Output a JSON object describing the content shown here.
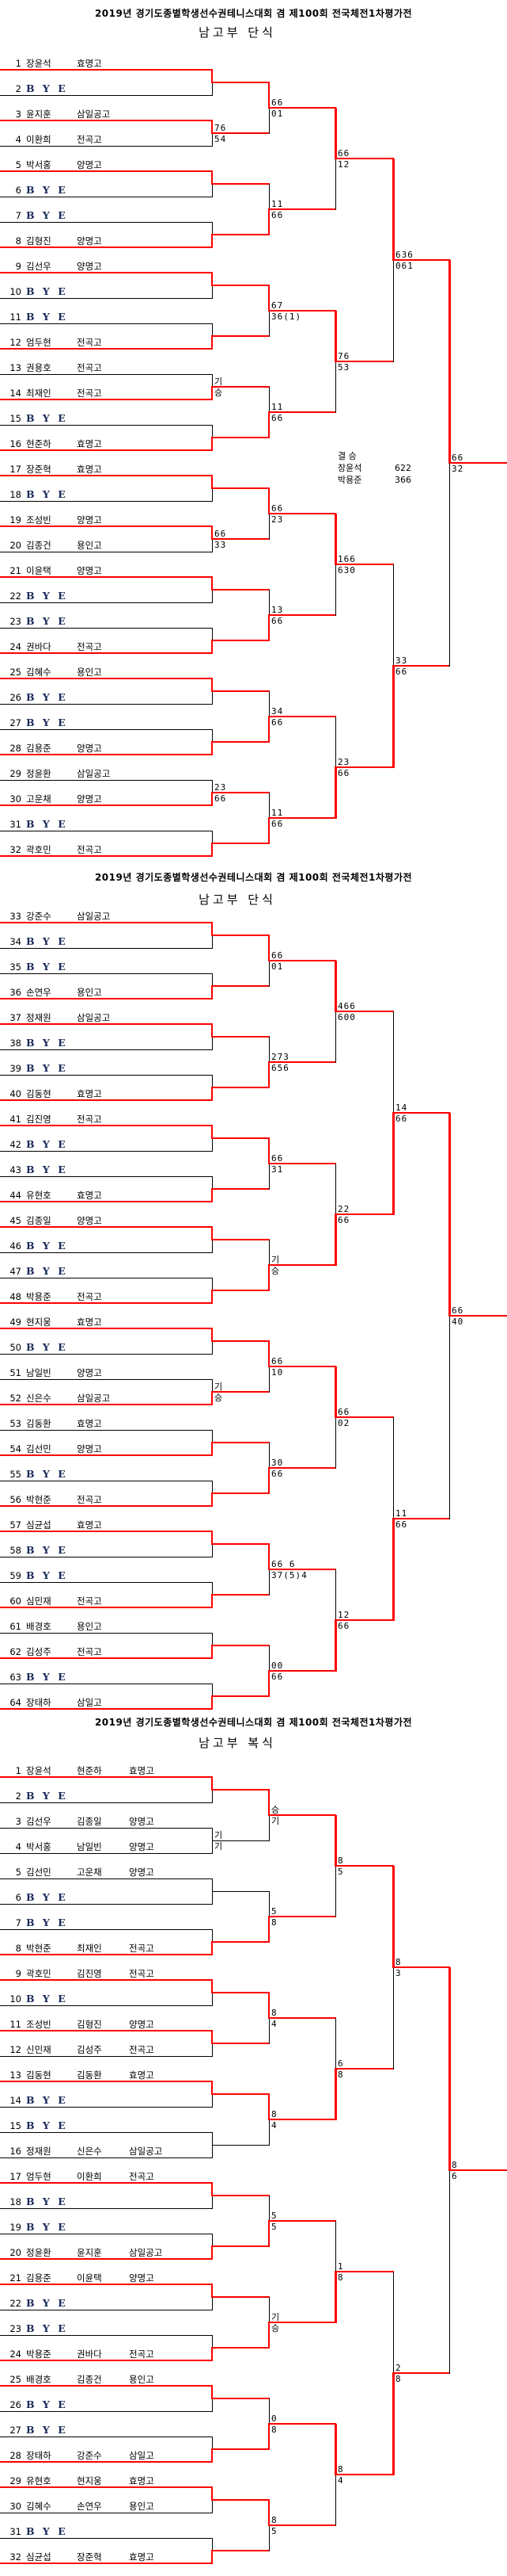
{
  "colors": {
    "winner_path": "#ff0000",
    "line": "#000000",
    "bye_text": "#1a2a5a"
  },
  "sections": [
    {
      "title": "2019년  경기도종별학생선수권테니스대회  겸  제100회  전국체전1차평가전",
      "subtitle": "남고부  단식",
      "doubles": false,
      "entries": [
        {
          "no": "1",
          "name": "장윤석",
          "school": "효명고"
        },
        {
          "no": "2",
          "name": "B Y E",
          "bye": true
        },
        {
          "no": "3",
          "name": "윤지훈",
          "school": "삼일공고"
        },
        {
          "no": "4",
          "name": "이환희",
          "school": "전곡고"
        },
        {
          "no": "5",
          "name": "박서홍",
          "school": "양명고"
        },
        {
          "no": "6",
          "name": "B Y E",
          "bye": true
        },
        {
          "no": "7",
          "name": "B Y E",
          "bye": true
        },
        {
          "no": "8",
          "name": "김형진",
          "school": "양명고"
        },
        {
          "no": "9",
          "name": "김선우",
          "school": "양명고"
        },
        {
          "no": "10",
          "name": "B Y E",
          "bye": true
        },
        {
          "no": "11",
          "name": "B Y E",
          "bye": true
        },
        {
          "no": "12",
          "name": "엄두현",
          "school": "전곡고"
        },
        {
          "no": "13",
          "name": "권용호",
          "school": "전곡고"
        },
        {
          "no": "14",
          "name": "최재인",
          "school": "전곡고"
        },
        {
          "no": "15",
          "name": "B Y E",
          "bye": true
        },
        {
          "no": "16",
          "name": "현준하",
          "school": "효명고"
        },
        {
          "no": "17",
          "name": "장준혁",
          "school": "효명고"
        },
        {
          "no": "18",
          "name": "B Y E",
          "bye": true
        },
        {
          "no": "19",
          "name": "조성빈",
          "school": "양명고"
        },
        {
          "no": "20",
          "name": "김종건",
          "school": "용인고"
        },
        {
          "no": "21",
          "name": "이윤택",
          "school": "양명고"
        },
        {
          "no": "22",
          "name": "B Y E",
          "bye": true
        },
        {
          "no": "23",
          "name": "B Y E",
          "bye": true
        },
        {
          "no": "24",
          "name": "권바다",
          "school": "전곡고"
        },
        {
          "no": "25",
          "name": "김혜수",
          "school": "용인고"
        },
        {
          "no": "26",
          "name": "B Y E",
          "bye": true
        },
        {
          "no": "27",
          "name": "B Y E",
          "bye": true
        },
        {
          "no": "28",
          "name": "김용준",
          "school": "양명고"
        },
        {
          "no": "29",
          "name": "정윤환",
          "school": "삼일공고"
        },
        {
          "no": "30",
          "name": "고운채",
          "school": "양명고"
        },
        {
          "no": "31",
          "name": "B Y E",
          "bye": true
        },
        {
          "no": "32",
          "name": "곽호민",
          "school": "전곡고"
        }
      ],
      "rounds": [
        [
          {
            "w": "t"
          },
          {
            "w": "t",
            "s": [
              "76",
              "54"
            ]
          },
          {
            "w": "t"
          },
          {
            "w": "b"
          },
          {
            "w": "t"
          },
          {
            "w": "b"
          },
          {
            "w": "b",
            "s": [
              "기",
              "승"
            ]
          },
          {
            "w": "b"
          },
          {
            "w": "t"
          },
          {
            "w": "t",
            "s": [
              "66",
              "33"
            ]
          },
          {
            "w": "t"
          },
          {
            "w": "b"
          },
          {
            "w": "t"
          },
          {
            "w": "b"
          },
          {
            "w": "b",
            "s": [
              "23",
              "66"
            ]
          },
          {
            "w": "b"
          }
        ],
        [
          {
            "w": "t",
            "s": [
              "66",
              "01"
            ]
          },
          {
            "w": "b",
            "s": [
              "11",
              "66"
            ]
          },
          {
            "w": "t",
            "s": [
              "67",
              "36(1)"
            ]
          },
          {
            "w": "b",
            "s": [
              "11",
              "66"
            ]
          },
          {
            "w": "t",
            "s": [
              "66",
              "23"
            ]
          },
          {
            "w": "b",
            "s": [
              "13",
              "66"
            ]
          },
          {
            "w": "b",
            "s": [
              "34",
              "66"
            ]
          },
          {
            "w": "b",
            "s": [
              "11",
              "66"
            ]
          }
        ],
        [
          {
            "w": "t",
            "s": [
              "66",
              "12"
            ]
          },
          {
            "w": "t",
            "s": [
              "76",
              "53"
            ]
          },
          {
            "w": "t",
            "s": [
              "166",
              "630"
            ]
          },
          {
            "w": "b",
            "s": [
              "23",
              "66"
            ]
          }
        ],
        [
          {
            "w": "t",
            "s": [
              "636",
              "061"
            ]
          },
          {
            "w": "b",
            "s": [
              "33",
              "66"
            ]
          }
        ],
        [
          {
            "w": "t",
            "s": [
              "66",
              "32"
            ]
          }
        ]
      ],
      "final_note": {
        "label": "결 승",
        "winner": "장윤석",
        "winner_score": "622",
        "runner_up": "박용준",
        "runner_up_score": "366"
      }
    },
    {
      "title": "2019년  경기도종별학생선수권테니스대회  겸  제100회  전국체전1차평가전",
      "subtitle": "남고부  단식",
      "doubles": false,
      "entries": [
        {
          "no": "33",
          "name": "강준수",
          "school": "삼일공고"
        },
        {
          "no": "34",
          "name": "B Y E",
          "bye": true
        },
        {
          "no": "35",
          "name": "B Y E",
          "bye": true
        },
        {
          "no": "36",
          "name": "손연우",
          "school": "용인고"
        },
        {
          "no": "37",
          "name": "정재원",
          "school": "삼일공고"
        },
        {
          "no": "38",
          "name": "B Y E",
          "bye": true
        },
        {
          "no": "39",
          "name": "B Y E",
          "bye": true
        },
        {
          "no": "40",
          "name": "김동현",
          "school": "효명고"
        },
        {
          "no": "41",
          "name": "김진영",
          "school": "전곡고"
        },
        {
          "no": "42",
          "name": "B Y E",
          "bye": true
        },
        {
          "no": "43",
          "name": "B Y E",
          "bye": true
        },
        {
          "no": "44",
          "name": "유현호",
          "school": "효명고"
        },
        {
          "no": "45",
          "name": "김종일",
          "school": "양명고"
        },
        {
          "no": "46",
          "name": "B Y E",
          "bye": true
        },
        {
          "no": "47",
          "name": "B Y E",
          "bye": true
        },
        {
          "no": "48",
          "name": "박용준",
          "school": "전곡고"
        },
        {
          "no": "49",
          "name": "현지웅",
          "school": "효명고"
        },
        {
          "no": "50",
          "name": "B Y E",
          "bye": true
        },
        {
          "no": "51",
          "name": "남일빈",
          "school": "양명고"
        },
        {
          "no": "52",
          "name": "신은수",
          "school": "삼일공고"
        },
        {
          "no": "53",
          "name": "김동환",
          "school": "효명고"
        },
        {
          "no": "54",
          "name": "김선민",
          "school": "양명고"
        },
        {
          "no": "55",
          "name": "B Y E",
          "bye": true
        },
        {
          "no": "56",
          "name": "박현준",
          "school": "전곡고"
        },
        {
          "no": "57",
          "name": "심균섭",
          "school": "효명고"
        },
        {
          "no": "58",
          "name": "B Y E",
          "bye": true
        },
        {
          "no": "59",
          "name": "B Y E",
          "bye": true
        },
        {
          "no": "60",
          "name": "심민재",
          "school": "전곡고"
        },
        {
          "no": "61",
          "name": "배경호",
          "school": "용인고"
        },
        {
          "no": "62",
          "name": "김성주",
          "school": "전곡고"
        },
        {
          "no": "63",
          "name": "B Y E",
          "bye": true
        },
        {
          "no": "64",
          "name": "장태하",
          "school": "삼일고"
        }
      ],
      "rounds": [
        [
          {
            "w": "t"
          },
          {
            "w": "b"
          },
          {
            "w": "t"
          },
          {
            "w": "b"
          },
          {
            "w": "t"
          },
          {
            "w": "b"
          },
          {
            "w": "t"
          },
          {
            "w": "b"
          },
          {
            "w": "t"
          },
          {
            "w": "b",
            "s": [
              "기",
              "승"
            ]
          },
          {
            "w": "b"
          },
          {
            "w": "b"
          },
          {
            "w": "t"
          },
          {
            "w": "b"
          },
          {
            "w": "b"
          },
          {
            "w": "b"
          }
        ],
        [
          {
            "w": "t",
            "s": [
              "66",
              "01"
            ]
          },
          {
            "w": "b",
            "s": [
              "273",
              "656"
            ]
          },
          {
            "w": "t",
            "s": [
              "66",
              "31"
            ]
          },
          {
            "w": "b",
            "s": [
              "기",
              "승"
            ]
          },
          {
            "w": "t",
            "s": [
              "66",
              "10"
            ]
          },
          {
            "w": "b",
            "s": [
              "30",
              "66"
            ]
          },
          {
            "w": "t",
            "s": [
              "66    6",
              "37(5)4"
            ]
          },
          {
            "w": "b",
            "s": [
              "00",
              "66"
            ]
          }
        ],
        [
          {
            "w": "t",
            "s": [
              "466",
              "600"
            ]
          },
          {
            "w": "b",
            "s": [
              "22",
              "66"
            ]
          },
          {
            "w": "t",
            "s": [
              "66",
              "02"
            ]
          },
          {
            "w": "b",
            "s": [
              "12",
              "66"
            ]
          }
        ],
        [
          {
            "w": "b",
            "s": [
              "14",
              "66"
            ]
          },
          {
            "w": "b",
            "s": [
              "11",
              "66"
            ]
          }
        ],
        [
          {
            "w": "t",
            "s": [
              "66",
              "40"
            ]
          }
        ]
      ]
    },
    {
      "title": "2019년  경기도종별학생선수권테니스대회  겸  제100회  전국체전1차평가전",
      "subtitle": "남고부  복식",
      "doubles": true,
      "entries": [
        {
          "no": "1",
          "name": "장윤석",
          "partner": "현준하",
          "school": "효명고"
        },
        {
          "no": "2",
          "name": "B Y E",
          "bye": true
        },
        {
          "no": "3",
          "name": "김선우",
          "partner": "김종일",
          "school": "양명고"
        },
        {
          "no": "4",
          "name": "박서홍",
          "partner": "남일빈",
          "school": "양명고"
        },
        {
          "no": "5",
          "name": "김선민",
          "partner": "고운채",
          "school": "양명고"
        },
        {
          "no": "6",
          "name": "B Y E",
          "bye": true
        },
        {
          "no": "7",
          "name": "B Y E",
          "bye": true
        },
        {
          "no": "8",
          "name": "박현준",
          "partner": "최재인",
          "school": "전곡고"
        },
        {
          "no": "9",
          "name": "곽호민",
          "partner": "김진영",
          "school": "전곡고"
        },
        {
          "no": "10",
          "name": "B Y E",
          "bye": true
        },
        {
          "no": "11",
          "name": "조성빈",
          "partner": "김형진",
          "school": "양명고"
        },
        {
          "no": "12",
          "name": "신민재",
          "partner": "김성주",
          "school": "전곡고"
        },
        {
          "no": "13",
          "name": "김동현",
          "partner": "김동환",
          "school": "효명고"
        },
        {
          "no": "14",
          "name": "B Y E",
          "bye": true
        },
        {
          "no": "15",
          "name": "B Y E",
          "bye": true
        },
        {
          "no": "16",
          "name": "정재원",
          "partner": "신은수",
          "school": "삼일공고"
        },
        {
          "no": "17",
          "name": "엄두현",
          "partner": "이환희",
          "school": "전곡고"
        },
        {
          "no": "18",
          "name": "B Y E",
          "bye": true
        },
        {
          "no": "19",
          "name": "B Y E",
          "bye": true
        },
        {
          "no": "20",
          "name": "정윤환",
          "partner": "윤지훈",
          "school": "삼일공고"
        },
        {
          "no": "21",
          "name": "김용준",
          "partner": "이윤택",
          "school": "양명고"
        },
        {
          "no": "22",
          "name": "B Y E",
          "bye": true
        },
        {
          "no": "23",
          "name": "B Y E",
          "bye": true
        },
        {
          "no": "24",
          "name": "박용준",
          "partner": "권바다",
          "school": "전곡고"
        },
        {
          "no": "25",
          "name": "배경호",
          "partner": "김종건",
          "school": "용인고"
        },
        {
          "no": "26",
          "name": "B Y E",
          "bye": true
        },
        {
          "no": "27",
          "name": "B Y E",
          "bye": true
        },
        {
          "no": "28",
          "name": "장태하",
          "partner": "강준수",
          "school": "삼일고"
        },
        {
          "no": "29",
          "name": "유현호",
          "partner": "현지웅",
          "school": "효명고"
        },
        {
          "no": "30",
          "name": "김혜수",
          "partner": "손연우",
          "school": "용인고"
        },
        {
          "no": "31",
          "name": "B Y E",
          "bye": true
        },
        {
          "no": "32",
          "name": "심균섭",
          "partner": "장준혁",
          "school": "효명고"
        }
      ],
      "rounds": [
        [
          {
            "w": "t"
          },
          {
            "w": "n",
            "s": [
              "기",
              "기"
            ]
          },
          {
            "w": "n"
          },
          {
            "w": "b"
          },
          {
            "w": "t"
          },
          {
            "w": "t"
          },
          {
            "w": "t"
          },
          {
            "w": "n"
          },
          {
            "w": "t"
          },
          {
            "w": "b"
          },
          {
            "w": "t"
          },
          {
            "w": "b"
          },
          {
            "w": "t"
          },
          {
            "w": "b"
          },
          {
            "w": "t"
          },
          {
            "w": "b"
          }
        ],
        [
          {
            "w": "t",
            "s": [
              "승",
              "기"
            ]
          },
          {
            "w": "b",
            "s": [
              "5",
              "8"
            ]
          },
          {
            "w": "t",
            "s": [
              "8",
              "4"
            ]
          },
          {
            "w": "t",
            "s": [
              "8",
              "4"
            ]
          },
          {
            "w": "b",
            "s": [
              "5",
              "5"
            ]
          },
          {
            "w": "b",
            "s": [
              "기",
              "승"
            ]
          },
          {
            "w": "b",
            "s": [
              "0",
              "8"
            ]
          },
          {
            "w": "t",
            "s": [
              "8",
              "5"
            ]
          }
        ],
        [
          {
            "w": "t",
            "s": [
              "8",
              "5"
            ]
          },
          {
            "w": "b",
            "s": [
              "6",
              "8"
            ]
          },
          {
            "w": "b",
            "s": [
              "1",
              "8"
            ]
          },
          {
            "w": "t",
            "s": [
              "8",
              "4"
            ]
          }
        ],
        [
          {
            "w": "t",
            "s": [
              "8",
              "3"
            ]
          },
          {
            "w": "b",
            "s": [
              "2",
              "8"
            ]
          }
        ],
        [
          {
            "w": "t",
            "s": [
              "8",
              "6"
            ]
          }
        ]
      ]
    }
  ]
}
